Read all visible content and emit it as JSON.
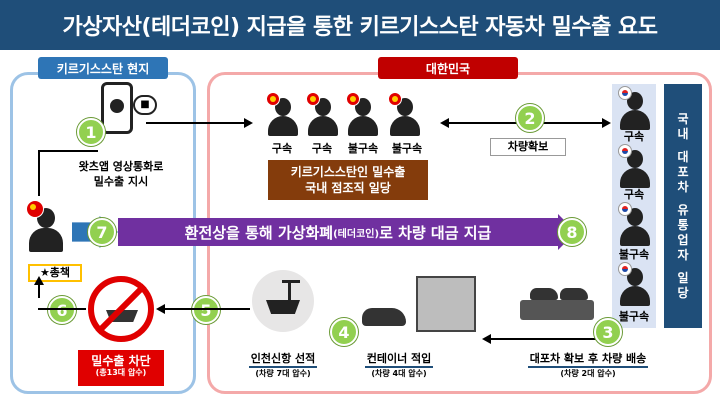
{
  "title": "가상자산(테더코인) 지급을 통한 키르기스스탄 자동차 밀수출 요도",
  "regions": {
    "left": "키르기스스탄 현지",
    "right": "대한민국"
  },
  "steps": [
    "1",
    "2",
    "3",
    "4",
    "5",
    "6",
    "7",
    "8"
  ],
  "step1_text_line1": "왓츠앱 영상통화로",
  "step1_text_line2": "밀수출 지시",
  "boss_label": "★총책",
  "top_people": [
    "구속",
    "구속",
    "불구속",
    "불구속"
  ],
  "gang_box_line1": "키르기스스탄인 밀수출",
  "gang_box_line2": "국내 점조직 일당",
  "step2_label": "차량확보",
  "dealer_people": [
    "구속",
    "구속",
    "불구속",
    "불구속"
  ],
  "dealer_title_lines": [
    "국",
    "내",
    "",
    "대",
    "포",
    "차",
    "",
    "유",
    "통",
    "업",
    "자",
    "",
    "일",
    "당"
  ],
  "band_text_pre": "환전상을 통해 가상화폐",
  "band_text_small": "(테더코인)",
  "band_text_post": "로 차량 대금 지급",
  "step3_main": "대포차 확보 후 차량 배송",
  "step3_sub": "(차량 2대 압수)",
  "step4_main": "컨테이너 적입",
  "step4_sub": "(차량 4대 압수)",
  "step5_main": "인천신항 선적",
  "step5_sub": "(차량 7대 압수)",
  "step6_main": "밀수출 차단",
  "step6_sub": "(총13대 압수)",
  "colors": {
    "title_bg": "#1f4e79",
    "step_circle": "#92d050",
    "band": "#7030a0",
    "gang_box": "#843c0c",
    "block": "#e00000"
  },
  "icons": [
    "phone-video-call-icon",
    "ship-port-icon",
    "container-car-icon",
    "car-carrier-truck-icon",
    "no-export-ship-icon"
  ]
}
